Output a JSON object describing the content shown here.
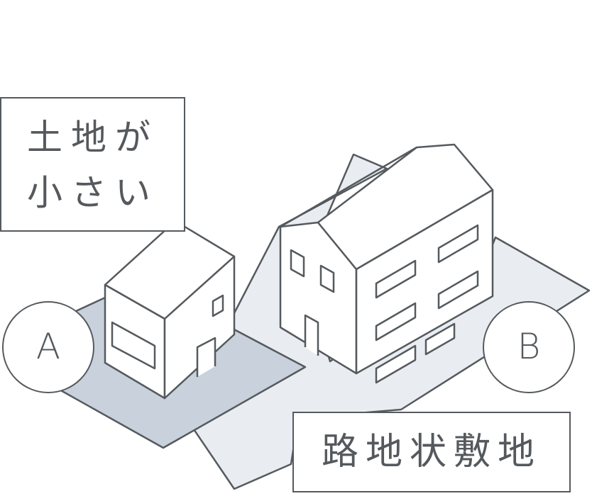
{
  "labels": {
    "small_land": [
      "土地が",
      "小さい"
    ],
    "flag_lot": "路地状敷地"
  },
  "markers": {
    "a": "A",
    "b": "B"
  },
  "colors": {
    "outline": "#555a5e",
    "text": "#55595d",
    "lot_a_fill": "#c8d1dc",
    "lot_b_fill": "#e9edf2",
    "building_fill": "#ffffff",
    "background": "#ffffff"
  }
}
